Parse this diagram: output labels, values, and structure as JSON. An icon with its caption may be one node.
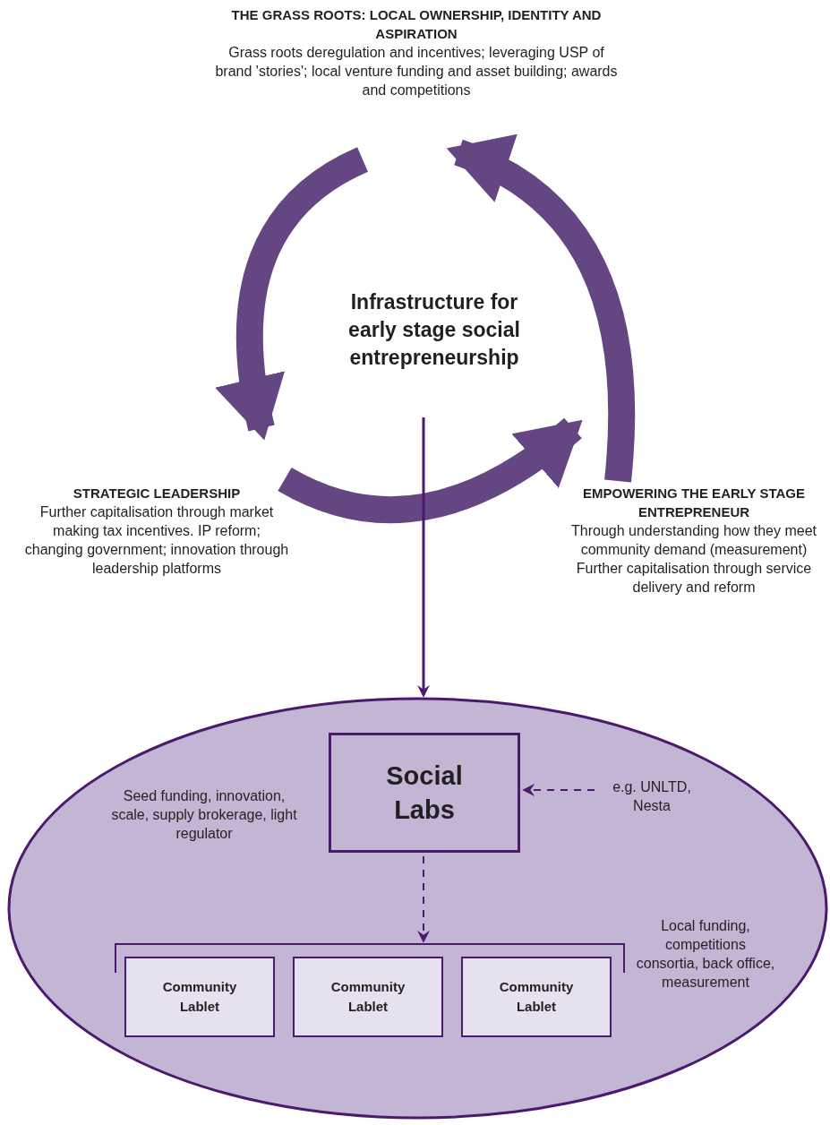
{
  "diagram": {
    "nodes": [
      {
        "text": [
          "THE GRASS ROOTS: LOCAL OWNERSHIP, IDENTITY AND ASPIRATION",
          "Grass roots deregulation and incentives; leveraging USP of brand 'stories'; local venture funding and asset building; awards and competitions"
        ]
      },
      {
        "text": [
          "Infrastructure for early stage social entrepreneurship"
        ]
      },
      {
        "text": [
          "STRATEGIC LEADERSHIP",
          "Further capitalisation through market making tax incentives. IP reform; changing government; innovation through leadership platforms"
        ]
      },
      {
        "text": [
          "EMPOWERING THE EARLY STAGE ENTREPRENEUR",
          "Through understanding how they meet community demand (measurement)",
          "Further capitalisation through service delivery and reform"
        ]
      },
      {
        "text": [
          "Seed funding, innovation, scale, supply brokerage, light regulator",
          "Local funding, competitions consortia, back office, measurement"
        ]
      },
      {
        "text": [
          "Social Labs"
        ],
        "in": 4
      },
      {
        "text": [
          "e.g. UNLTD, Nesta"
        ],
        "in": 4
      },
      {
        "text": [],
        "shape": "bracket",
        "in": 4
      },
      {
        "text": [
          "Community Lablet"
        ],
        "in": 4
      },
      {
        "text": [
          "Community Lablet"
        ],
        "in": 4
      },
      {
        "text": [
          "Community Lablet"
        ],
        "in": 4
      }
    ],
    "edges": [
      {
        "from": 0,
        "to": 2,
        "arrow": "to",
        "style": "thick",
        "color": "#644782"
      },
      {
        "from": 2,
        "to": 3,
        "arrow": "to",
        "style": "thick",
        "color": "#644782"
      },
      {
        "from": 3,
        "to": 0,
        "arrow": "to",
        "style": "thick",
        "color": "#644782"
      },
      {
        "from": 1,
        "to": 4,
        "arrow": "to"
      },
      {
        "from": 6,
        "to": 5,
        "arrow": "to",
        "style": "dashed"
      },
      {
        "from": 5,
        "to": 7,
        "arrow": "to",
        "style": "dashed"
      }
    ]
  }
}
